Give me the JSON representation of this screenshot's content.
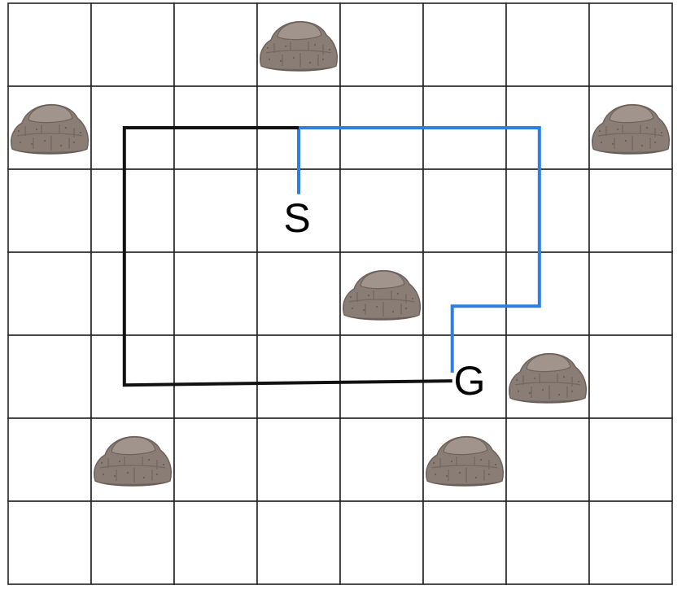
{
  "grid": {
    "cols": 8,
    "rows": 7,
    "line_color": "#222222"
  },
  "markers": {
    "start": {
      "label": "S",
      "cell": [
        3,
        2
      ]
    },
    "goal": {
      "label": "G",
      "cell": [
        5,
        4
      ]
    }
  },
  "rocks": [
    {
      "col": 3,
      "row": 0
    },
    {
      "col": 0,
      "row": 1
    },
    {
      "col": 7,
      "row": 1
    },
    {
      "col": 4,
      "row": 3
    },
    {
      "col": 6,
      "row": 4
    },
    {
      "col": 1,
      "row": 5
    },
    {
      "col": 5,
      "row": 5
    }
  ],
  "paths": [
    {
      "name": "blue-path",
      "color": "#2f7fe0",
      "points": [
        [
          3.5,
          2.3
        ],
        [
          3.5,
          1.5
        ],
        [
          6.4,
          1.5
        ],
        [
          6.4,
          3.65
        ],
        [
          5.35,
          3.65
        ],
        [
          5.35,
          4.45
        ]
      ]
    },
    {
      "name": "black-path",
      "color": "#111111",
      "points": [
        [
          3.5,
          1.5
        ],
        [
          1.4,
          1.5
        ],
        [
          1.4,
          4.6
        ],
        [
          5.35,
          4.55
        ]
      ]
    }
  ],
  "icons": {
    "rock": "rock-icon",
    "start": "start-marker",
    "goal": "goal-marker"
  }
}
